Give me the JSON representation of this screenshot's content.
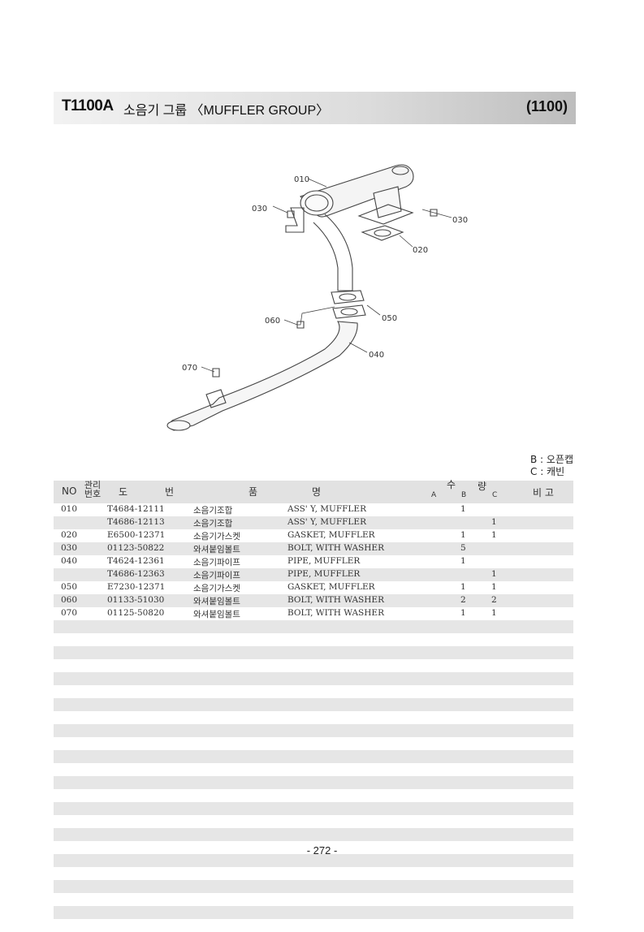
{
  "header": {
    "code": "T1100A",
    "title": "소음기 그룹 〈MUFFLER GROUP〉",
    "model": "(1100)"
  },
  "callouts": [
    "010",
    "030",
    "030",
    "020",
    "050",
    "060",
    "040",
    "070"
  ],
  "legend": {
    "b": "B : 오픈캡",
    "c": "C : 캐빈"
  },
  "table": {
    "headers": {
      "no": "NO",
      "mgmt": "관리번호",
      "drawing_1": "도",
      "drawing_2": "번",
      "name_1": "품",
      "name_2": "명",
      "qty_1": "수",
      "qty_2": "량",
      "col_a": "A",
      "col_b": "B",
      "col_c": "C",
      "remarks": "비 고"
    },
    "rows": [
      {
        "no": "010",
        "part": "T4684-12111",
        "kr": "소음기조합",
        "en": "ASS' Y, MUFFLER",
        "a": "",
        "b": "1",
        "c": ""
      },
      {
        "no": "",
        "part": "T4686-12113",
        "kr": "소음기조합",
        "en": "ASS' Y, MUFFLER",
        "a": "",
        "b": "",
        "c": "1"
      },
      {
        "no": "020",
        "part": "E6500-12371",
        "kr": "소음기가스켓",
        "en": "GASKET, MUFFLER",
        "a": "",
        "b": "1",
        "c": "1"
      },
      {
        "no": "030",
        "part": "01123-50822",
        "kr": "와셔붙임볼트",
        "en": "BOLT, WITH WASHER",
        "a": "",
        "b": "5",
        "c": ""
      },
      {
        "no": "040",
        "part": "T4624-12361",
        "kr": "소음기파이프",
        "en": "PIPE, MUFFLER",
        "a": "",
        "b": "1",
        "c": ""
      },
      {
        "no": "",
        "part": "T4686-12363",
        "kr": "소음기파이프",
        "en": "PIPE, MUFFLER",
        "a": "",
        "b": "",
        "c": "1"
      },
      {
        "no": "050",
        "part": "E7230-12371",
        "kr": "소음기가스켓",
        "en": "GASKET, MUFFLER",
        "a": "",
        "b": "1",
        "c": "1"
      },
      {
        "no": "060",
        "part": "01133-51030",
        "kr": "와셔붙임볼트",
        "en": "BOLT, WITH WASHER",
        "a": "",
        "b": "2",
        "c": "2"
      },
      {
        "no": "070",
        "part": "01125-50820",
        "kr": "와셔붙임볼트",
        "en": "BOLT, WITH WASHER",
        "a": "",
        "b": "1",
        "c": "1"
      }
    ],
    "blank_row_count": 24
  },
  "page_number": "- 272 -"
}
